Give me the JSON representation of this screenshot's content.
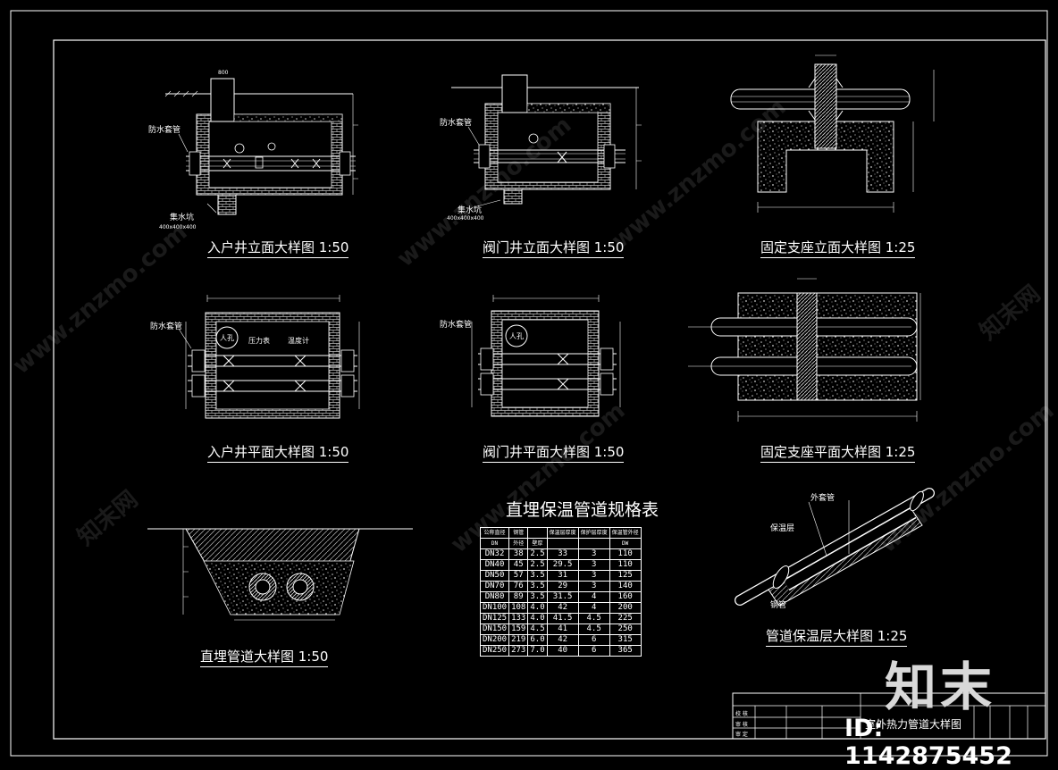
{
  "drawing": {
    "captions": {
      "well_elevation": "入户井立面大样图 1:50",
      "valve_elevation": "阀门井立面大样图 1:50",
      "support_elevation": "固定支座立面大样图 1:25",
      "well_plan": "入户井平面大样图 1:50",
      "valve_plan": "阀门井平面大样图 1:50",
      "support_plan": "固定支座平面大样图 1:25",
      "buried_pipe": "直埋管道大样图 1:50",
      "insulation": "管道保温层大样图 1:25"
    },
    "labels": {
      "waterproof_casing_1": "防水套管",
      "waterproof_casing_2": "防水套管",
      "waterproof_casing_3": "防水套管",
      "waterproof_casing_4": "防水套管",
      "sump_1": "集水坑",
      "sump_2": "集水坑",
      "sump_size_1": "400x400x400",
      "sump_size_2": "400x400x400",
      "pressure_gauge": "压力表",
      "thermometer": "温度计",
      "manhole_1": "人孔",
      "manhole_2": "人孔",
      "outer_casing": "外套管",
      "insulation_layer": "保温层",
      "steel_pipe": "钢管",
      "dim_800": "800"
    },
    "spec_table": {
      "title": "直埋保温管道规格表",
      "header_row1": [
        "公称直径",
        "钢管",
        "",
        "保温层厚度",
        "保护层厚度",
        "保温管外径"
      ],
      "header_row2": [
        "DN",
        "外径",
        "壁厚",
        "",
        "",
        "DW"
      ],
      "rows": [
        [
          "DN32",
          "38",
          "2.5",
          "33",
          "3",
          "110"
        ],
        [
          "DN40",
          "45",
          "2.5",
          "29.5",
          "3",
          "110"
        ],
        [
          "DN50",
          "57",
          "3.5",
          "31",
          "3",
          "125"
        ],
        [
          "DN70",
          "76",
          "3.5",
          "29",
          "3",
          "140"
        ],
        [
          "DN80",
          "89",
          "3.5",
          "31.5",
          "4",
          "160"
        ],
        [
          "DN100",
          "108",
          "4.0",
          "42",
          "4",
          "200"
        ],
        [
          "DN125",
          "133",
          "4.0",
          "41.5",
          "4.5",
          "225"
        ],
        [
          "DN150",
          "159",
          "4.5",
          "41",
          "4.5",
          "250"
        ],
        [
          "DN200",
          "219",
          "6.0",
          "42",
          "6",
          "315"
        ],
        [
          "DN250",
          "273",
          "7.0",
          "40",
          "6",
          "365"
        ]
      ]
    },
    "title_block": {
      "drawing_name": "室外热力管道大样图",
      "row_labels": [
        "校 核",
        "审 核",
        "审 定"
      ]
    },
    "watermark": {
      "site": "www.znzmo.com",
      "brand_cn": "知末网",
      "logo": "知末",
      "id_text": "ID: 1142875452"
    },
    "colors": {
      "background": "#000000",
      "lines": "#ffffff",
      "gray": "#8a8a8a"
    }
  }
}
